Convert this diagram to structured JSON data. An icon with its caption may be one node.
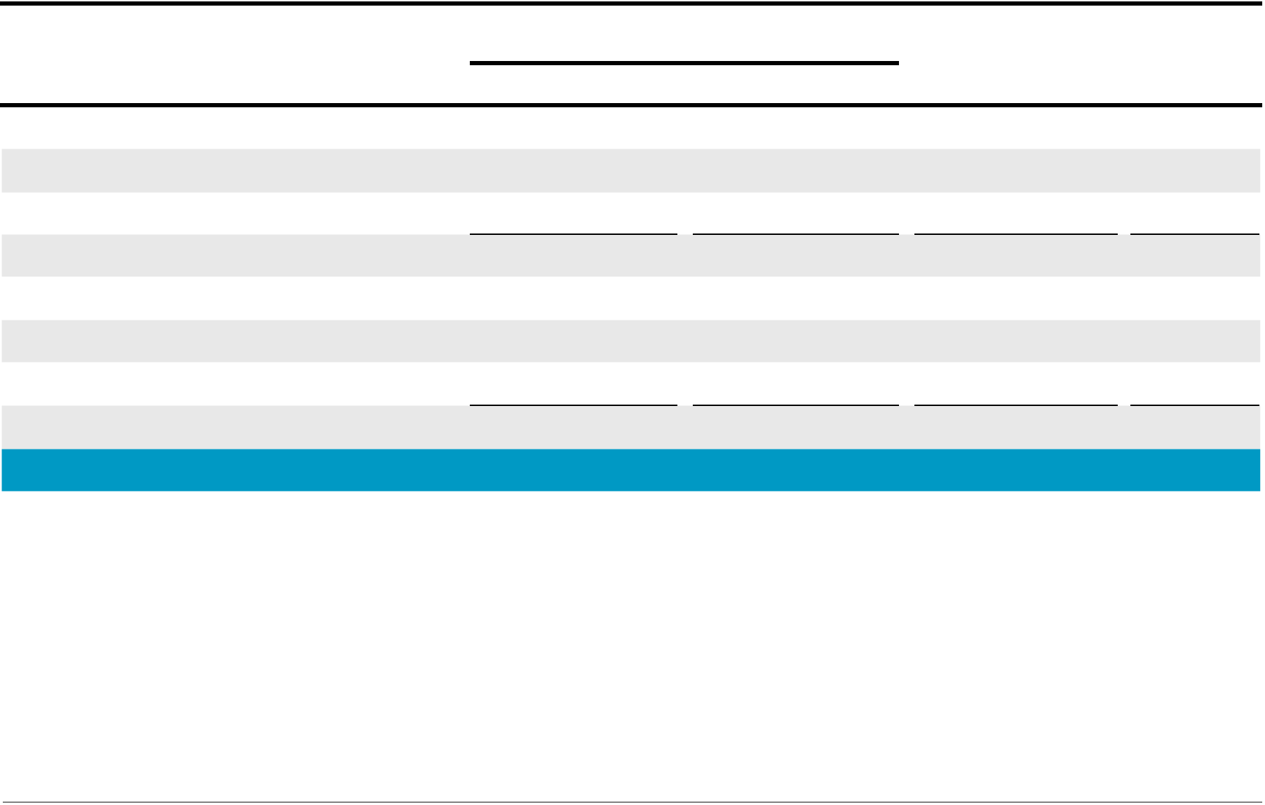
{
  "diagram": {
    "nodes": [
      {
        "text": [],
        "shape": "bar"
      },
      {
        "text": [],
        "shape": "bar"
      },
      {
        "text": [],
        "shape": "bar"
      },
      {
        "text": [],
        "shape": "bar"
      },
      {
        "text": [],
        "shape": "bar"
      }
    ]
  }
}
